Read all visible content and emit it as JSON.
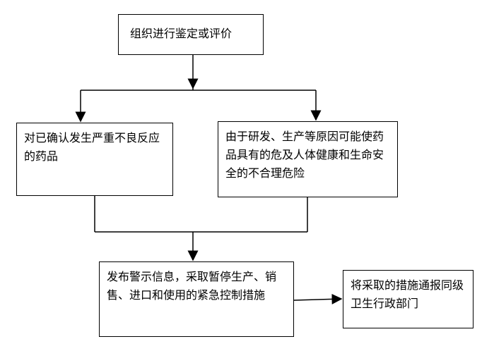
{
  "flowchart": {
    "start": "组织进行鉴定或评价",
    "condition_left": "对已确认发生严重不良反应的药品",
    "condition_right": "由于研发、生产等原因可能使药品具有的危及人体健康和生命安全的不合理危险",
    "action": "发布警示信息，采取暂停生产、销售、进口和使用的紧急控制措施",
    "report": "将采取的措施通报同级卫生行政部门"
  },
  "colors": {
    "line": "#000000",
    "box_fill": "#ffffff",
    "text": "#000000"
  }
}
